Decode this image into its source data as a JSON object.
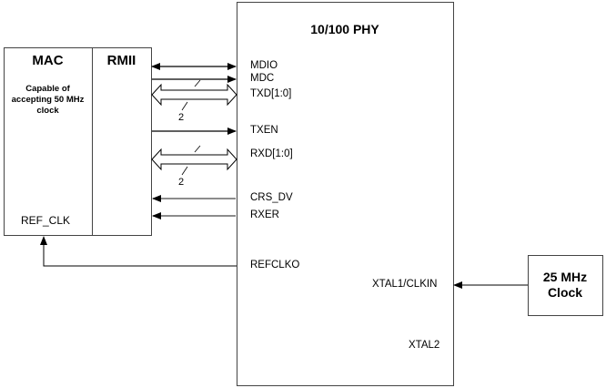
{
  "blocks": {
    "mac": {
      "title": "MAC",
      "note": [
        "Capable of",
        "accepting 50 MHz",
        "clock"
      ],
      "ref_clk_label": "REF_CLK"
    },
    "rmii": {
      "title": "RMII"
    },
    "phy": {
      "title": "10/100 PHY"
    },
    "clock": {
      "title_line1": "25 MHz",
      "title_line2": "Clock"
    }
  },
  "signals": [
    {
      "name": "MDIO",
      "direction": "bidirectional"
    },
    {
      "name": "MDC",
      "direction": "mac-to-phy"
    },
    {
      "name": "TXD[1:0]",
      "direction": "bus-bidirectional",
      "width": "2"
    },
    {
      "name": "TXEN",
      "direction": "mac-to-phy"
    },
    {
      "name": "RXD[1:0]",
      "direction": "bus-bidirectional",
      "width": "2"
    },
    {
      "name": "CRS_DV",
      "direction": "phy-to-mac"
    },
    {
      "name": "RXER",
      "direction": "phy-to-mac"
    },
    {
      "name": "REFCLKO",
      "direction": "phy-to-mac-refclk"
    }
  ],
  "phy_pins": {
    "xtal1": "XTAL1/CLKIN",
    "xtal2": "XTAL2"
  },
  "colors": {
    "line": "#000000",
    "gray_line": "#666666",
    "box_border": "#555555"
  }
}
